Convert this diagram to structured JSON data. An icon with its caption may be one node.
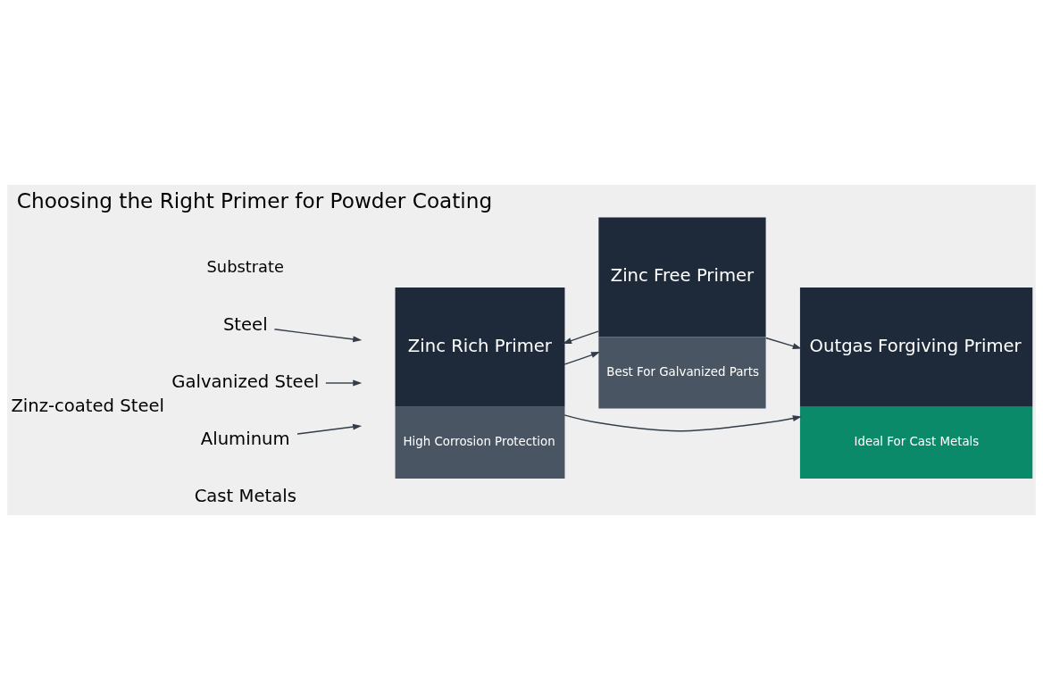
{
  "diagram": {
    "title": "Choosing the Right Primer for Powder Coating",
    "nodes": [
      {
        "text": [
          "Steel"
        ]
      },
      {
        "text": [
          "Galvanized Steel"
        ],
        "beside": [
          "Zinz-coated Steel"
        ]
      },
      {
        "text": [
          "Aluminum"
        ]
      },
      {
        "text": [
          "Cast Metals"
        ]
      },
      {
        "text": [
          "Zinc Rich Primer",
          "High Corrosion Protection"
        ]
      },
      {
        "text": [
          "Zinc Free Primer",
          "Best For Galvanized Parts"
        ]
      },
      {
        "text": [
          "Outgas Forgiving Primer",
          "Ideal For Cast Metals"
        ]
      }
    ],
    "edges": [
      {
        "from": 0,
        "to": null,
        "arrow": "to"
      },
      {
        "from": 1,
        "to": null,
        "arrow": "to"
      },
      {
        "from": 2,
        "to": null,
        "arrow": "to"
      },
      {
        "from": 4,
        "to": 5,
        "arrow": "to"
      },
      {
        "from": 4,
        "to": 6,
        "arrow": "to"
      },
      {
        "from": 5,
        "to": 4,
        "arrow": "to"
      },
      {
        "from": 5,
        "to": 6,
        "arrow": "to"
      }
    ],
    "labels": [
      "Substrate"
    ]
  }
}
